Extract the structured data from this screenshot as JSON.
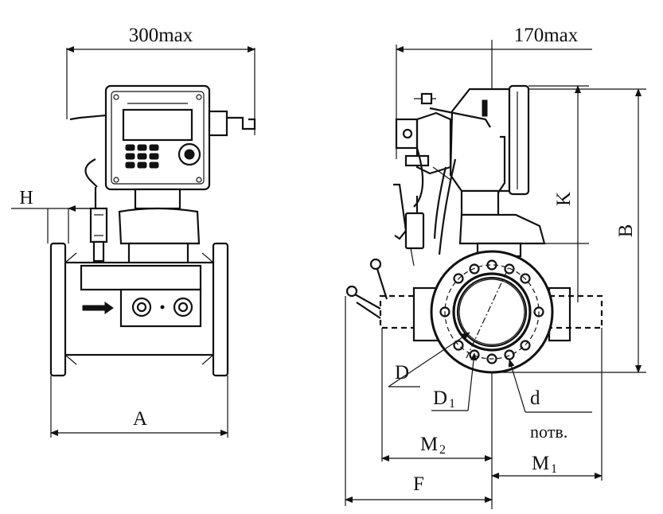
{
  "labels": {
    "width_300": "300max",
    "width_170": "170max",
    "h": "H",
    "a": "A",
    "k": "K",
    "b": "B",
    "d_outer": "D",
    "d1_main": "D",
    "d1_sub": "1",
    "d_small": "d",
    "n_holes": "nотв.",
    "m2_main": "M",
    "m2_sub": "2",
    "m1_main": "M",
    "m1_sub": "1",
    "f": "F"
  }
}
